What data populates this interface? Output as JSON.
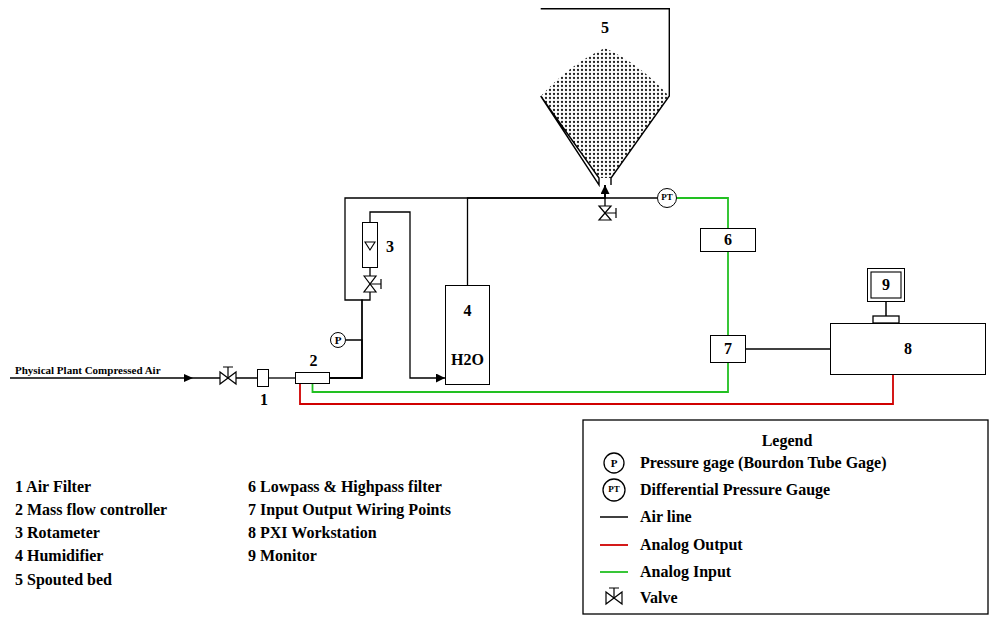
{
  "diagram": {
    "nodes": [
      {
        "text": [
          "1"
        ]
      },
      {
        "text": [
          "2"
        ]
      },
      {
        "text": [
          "P"
        ]
      },
      {
        "text": [
          "3"
        ]
      },
      {
        "text": [
          "4",
          "H2O"
        ]
      },
      {
        "text": [
          "5"
        ]
      },
      {
        "text": [
          "PT"
        ]
      },
      {
        "text": [
          "6"
        ]
      },
      {
        "text": [
          "7"
        ]
      },
      {
        "text": [
          "8"
        ]
      },
      {
        "text": [
          "9"
        ]
      }
    ],
    "edges": [
      {
        "from": 0,
        "to": 1,
        "arrow": "none"
      },
      {
        "from": 1,
        "to": 2,
        "arrow": "none"
      },
      {
        "from": 1,
        "to": 3,
        "arrow": "none"
      },
      {
        "from": 3,
        "to": 4,
        "arrow": "to"
      },
      {
        "from": 1,
        "to": 5,
        "arrow": "to"
      },
      {
        "from": 4,
        "to": 5,
        "arrow": "none"
      },
      {
        "from": 5,
        "to": 6,
        "arrow": "none"
      },
      {
        "from": 6,
        "to": 7,
        "arrow": "none"
      },
      {
        "from": 7,
        "to": 8,
        "arrow": "none"
      },
      {
        "from": 8,
        "to": 1,
        "arrow": "none"
      },
      {
        "from": 8,
        "to": 9,
        "arrow": "none"
      },
      {
        "from": 9,
        "to": 1,
        "arrow": "none"
      }
    ],
    "labels": [
      "Physical Plant Compressed Air",
      "1 Air Filter",
      "2 Mass flow controller",
      "3 Rotameter",
      "4 Humidifier",
      "5 Spouted bed",
      "6 Lowpass & Highpass filter",
      "7 Input Output Wiring Points",
      "8 PXI Workstation",
      "9 Monitor",
      "Legend",
      "P",
      "PT"
    ],
    "legend": [
      {
        "text": "Pressure gage (Bourdon Tube Gage)"
      },
      {
        "text": "Differential Pressure Gauge"
      },
      {
        "text": "Air line"
      },
      {
        "text": "Analog Output"
      },
      {
        "text": "Analog Input"
      },
      {
        "text": "Valve"
      }
    ]
  }
}
